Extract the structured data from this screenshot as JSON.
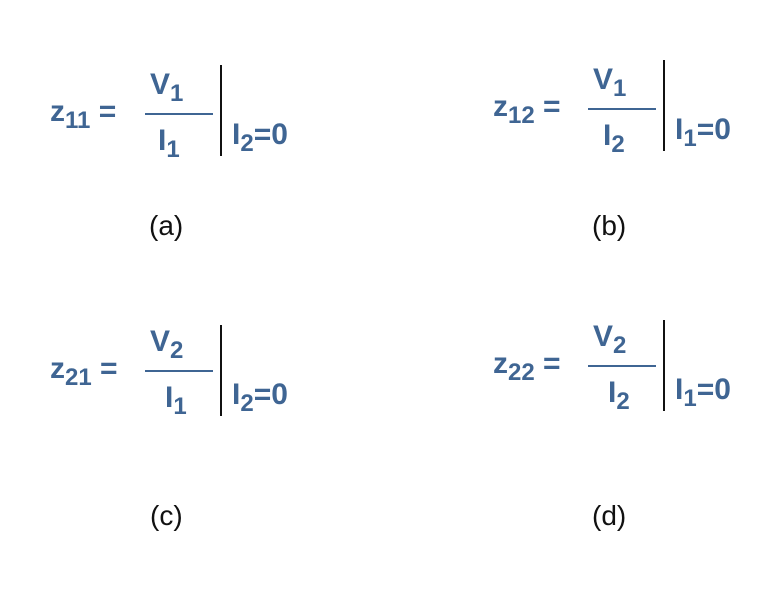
{
  "color": {
    "equation": "#3f6593",
    "bar": "#111111",
    "label": "#111111"
  },
  "equations": [
    {
      "id": "a",
      "lhs": "z",
      "lhs_sub": "11",
      "equals": " =",
      "num": "V",
      "num_sub": "1",
      "den": "I",
      "den_sub": "1",
      "cond": "I",
      "cond_sub": "2",
      "cond_rest": "=0",
      "label": "(a)"
    },
    {
      "id": "b",
      "lhs": "z",
      "lhs_sub": "12",
      "equals": " =",
      "num": "V",
      "num_sub": "1",
      "den": "I",
      "den_sub": "2",
      "cond": "I",
      "cond_sub": "1",
      "cond_rest": "=0",
      "label": "(b)"
    },
    {
      "id": "c",
      "lhs": "z",
      "lhs_sub": "21",
      "equals": " =",
      "num": "V",
      "num_sub": "2",
      "den": "I",
      "den_sub": "1",
      "cond": "I",
      "cond_sub": "2",
      "cond_rest": "=0",
      "label": "(c)"
    },
    {
      "id": "d",
      "lhs": "z",
      "lhs_sub": "22",
      "equals": " =",
      "num": "V",
      "num_sub": "2",
      "den": "I",
      "den_sub": "2",
      "cond": "I",
      "cond_sub": "1",
      "cond_rest": "=0",
      "label": "(d)"
    }
  ]
}
